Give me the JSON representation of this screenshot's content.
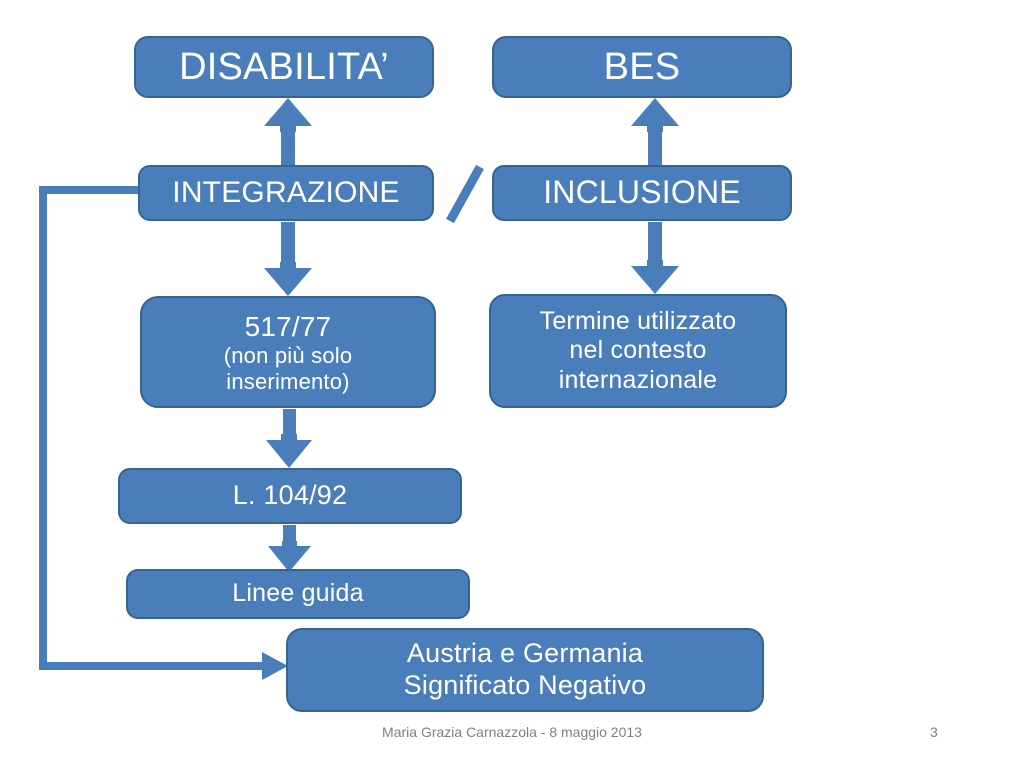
{
  "slide": {
    "background_color": "#ffffff",
    "box_fill_color": "#4a7ebb",
    "box_border_color": "#35648f",
    "box_text_color": "#ffffff",
    "connector_color": "#4a7ebb",
    "footer_text_color": "#808080"
  },
  "nodes": {
    "disabilita": {
      "label": "DISABILITA’"
    },
    "bes": {
      "label": "BES"
    },
    "integrazione": {
      "label": "INTEGRAZIONE"
    },
    "inclusione": {
      "label": "INCLUSIONE"
    },
    "legge_517": {
      "line1": "517/77",
      "line2": "(non più solo",
      "line3": "inserimento)"
    },
    "termine": {
      "line1": "Termine utilizzato",
      "line2": "nel contesto",
      "line3": "internazionale"
    },
    "legge_104": {
      "label": "L. 104/92"
    },
    "linee_guida": {
      "label": "Linee guida"
    },
    "austria": {
      "line1": "Austria e Germania",
      "line2": "Significato Negativo"
    }
  },
  "connectors": [
    {
      "name": "integrazione-to-disabilita",
      "direction": "up"
    },
    {
      "name": "inclusione-to-bes",
      "direction": "up"
    },
    {
      "name": "integrazione-to-517",
      "direction": "down"
    },
    {
      "name": "inclusione-to-termine",
      "direction": "down"
    },
    {
      "name": "517-to-104",
      "direction": "down"
    },
    {
      "name": "104-to-linee-guida",
      "direction": "down"
    },
    {
      "name": "integrazione-to-austria",
      "direction": "right-elbow"
    },
    {
      "name": "separator-slash",
      "direction": "diagonal"
    }
  ],
  "footer": {
    "author_date": "Maria Grazia Carnazzola - 8 maggio 2013",
    "page_number": "3"
  }
}
